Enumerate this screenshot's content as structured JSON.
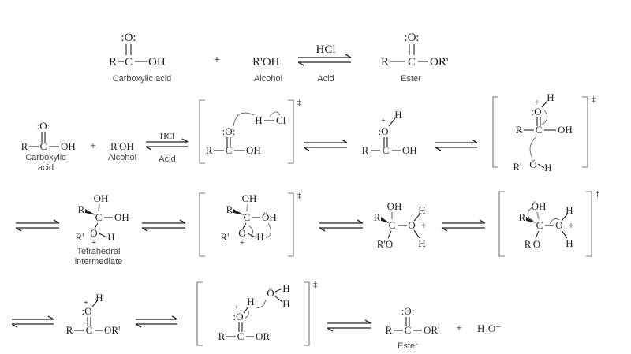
{
  "atoms": {
    "R": "R",
    "C": "C",
    "OH": "OH",
    "O": "O",
    "O_lp": ":O:",
    "O_lp_left": ":O",
    "H": "H",
    "Cl": "Cl",
    "R_prime": "R'",
    "R_prime_OH": "R'OH",
    "OR_prime": "OR'",
    "O_dots": "Ö",
    "OH_dots": "ÖH",
    "R_prime_O": "R'O",
    "plus": "+",
    "H3O": "H₃O⁺"
  },
  "labels": {
    "carboxylic_acid": "Carboxylic acid",
    "carboxylic": "Carboxylic",
    "acid": "acid",
    "alcohol": "Alcohol",
    "catalyst": "HCl",
    "acid_under_arrow": "Acid",
    "ester": "Ester",
    "tetrahedral": "Tetrahedral",
    "intermediate": "intermediate",
    "transition_state": "‡"
  },
  "colors": {
    "ink": "#222222",
    "bracket": "#777777",
    "label": "#444444"
  }
}
